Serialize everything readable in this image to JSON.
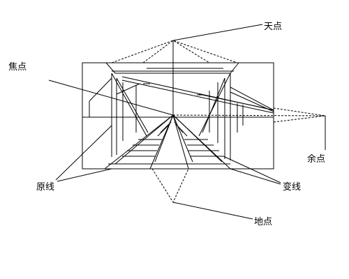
{
  "labels": {
    "sky_point": "天点",
    "focal_point": "焦点",
    "remaining_point": "余点",
    "original_lines": "原线",
    "changing_lines": "变线",
    "ground_point": "地点"
  }
}
